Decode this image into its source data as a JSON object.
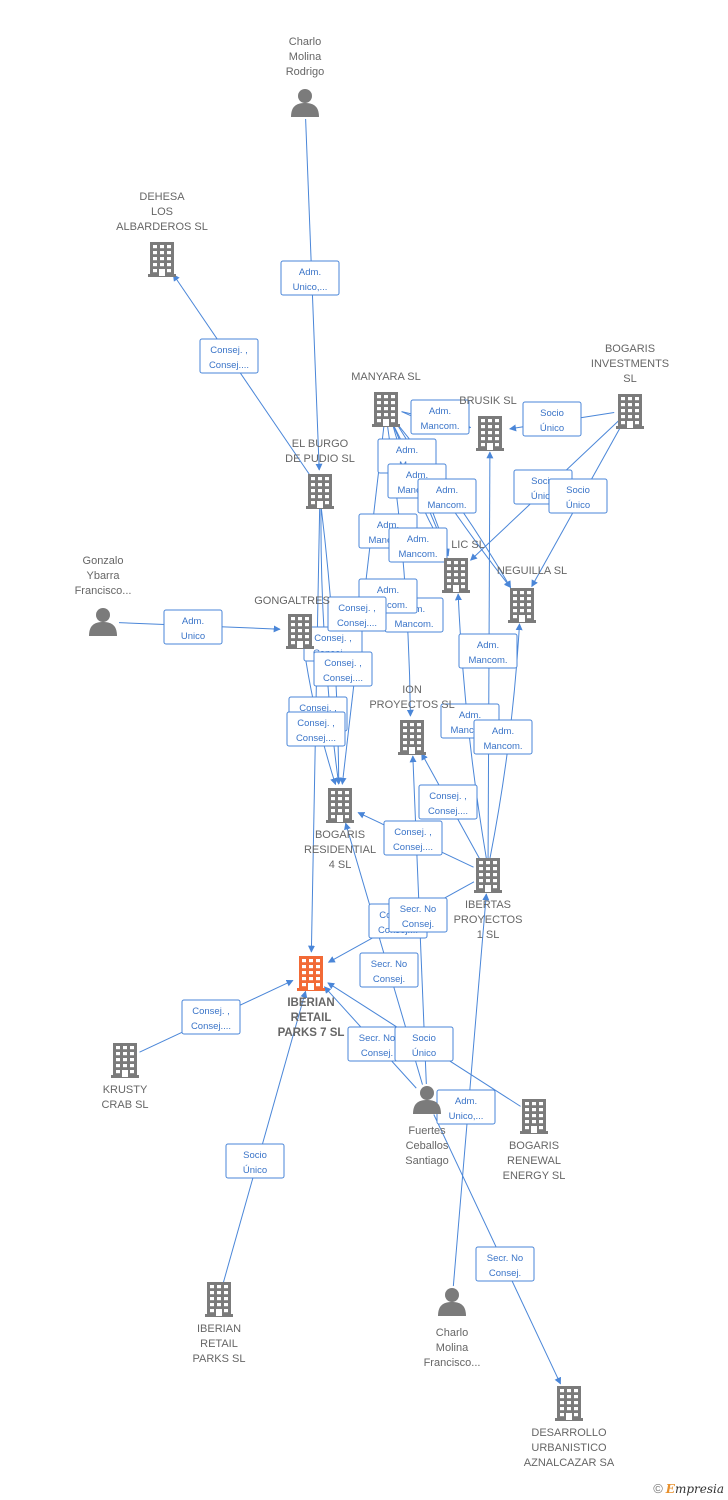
{
  "nodes": [
    {
      "id": "charlo_rodrigo",
      "type": "person",
      "lines": [
        "Charlo",
        "Molina",
        "Rodrigo"
      ]
    },
    {
      "id": "dehesa",
      "type": "company",
      "lines": [
        "DEHESA",
        "LOS",
        "ALBARDEROS SL"
      ]
    },
    {
      "id": "manyara",
      "type": "company",
      "lines": [
        "MANYARA  SL"
      ]
    },
    {
      "id": "brusik",
      "type": "company",
      "lines": [
        "BRUSIK SL"
      ]
    },
    {
      "id": "bogaris_inv",
      "type": "company",
      "lines": [
        "BOGARIS",
        "INVESTMENTS",
        "SL"
      ]
    },
    {
      "id": "burgo",
      "type": "company",
      "lines": [
        "EL BURGO",
        "DE PUDIO SL"
      ]
    },
    {
      "id": "lic",
      "type": "company",
      "lines": [
        "LIC SL"
      ]
    },
    {
      "id": "neguilla",
      "type": "company",
      "lines": [
        "NEGUILLA SL"
      ]
    },
    {
      "id": "gonzalo",
      "type": "person",
      "lines": [
        "Gonzalo",
        "Ybarra",
        "Francisco..."
      ]
    },
    {
      "id": "gongaltres",
      "type": "company",
      "lines": [
        "GONGALTRES"
      ]
    },
    {
      "id": "ion",
      "type": "company",
      "lines": [
        "ION",
        "PROYECTOS SL"
      ]
    },
    {
      "id": "bogaris_res",
      "type": "company",
      "lines": [
        "BOGARIS",
        "RESIDENTIAL",
        "4 SL"
      ]
    },
    {
      "id": "ibertas",
      "type": "company",
      "lines": [
        "IBERTAS",
        "PROYECTOS",
        "1 SL"
      ]
    },
    {
      "id": "iberian7",
      "type": "company",
      "focal": true,
      "lines": [
        "IBERIAN",
        "RETAIL",
        "PARKS 7  SL"
      ]
    },
    {
      "id": "krusty",
      "type": "company",
      "lines": [
        "KRUSTY",
        "CRAB  SL"
      ]
    },
    {
      "id": "fuertes",
      "type": "person",
      "lines": [
        "Fuertes",
        "Ceballos",
        "Santiago"
      ]
    },
    {
      "id": "bogaris_ren",
      "type": "company",
      "lines": [
        "BOGARIS",
        "RENEWAL",
        "ENERGY  SL"
      ]
    },
    {
      "id": "iberian",
      "type": "company",
      "lines": [
        "IBERIAN",
        "RETAIL",
        "PARKS  SL"
      ]
    },
    {
      "id": "charlo_francisco",
      "type": "person",
      "lines": [
        "Charlo",
        "Molina",
        "Francisco..."
      ]
    },
    {
      "id": "desarrollo",
      "type": "company",
      "lines": [
        "DESARROLLO",
        "URBANISTICO",
        "AZNALCAZAR SA"
      ]
    }
  ],
  "edges": [
    {
      "from": "charlo_rodrigo",
      "to": "burgo",
      "label": [
        "Adm.",
        "Unico,..."
      ]
    },
    {
      "from": "burgo",
      "to": "dehesa",
      "label": [
        "Consej. ,",
        "Consej...."
      ]
    },
    {
      "from": "gonzalo",
      "to": "gongaltres",
      "label": [
        "Adm.",
        "Unico"
      ]
    },
    {
      "from": "bogaris_inv",
      "to": "brusik",
      "label": [
        "Socio",
        "Único"
      ]
    },
    {
      "from": "bogaris_inv",
      "to": "lic",
      "label": [
        "Socio",
        "Único"
      ]
    },
    {
      "from": "bogaris_inv",
      "to": "neguilla",
      "label": [
        "Socio",
        "Único"
      ]
    },
    {
      "from": "manyara",
      "to": "brusik",
      "label": [
        "Adm.",
        "Mancom."
      ]
    },
    {
      "from": "manyara",
      "to": "brusik",
      "label": [
        "Adm.",
        "M..."
      ]
    },
    {
      "from": "manyara",
      "to": "lic",
      "label": [
        "Adm.",
        "Mancom."
      ]
    },
    {
      "from": "manyara",
      "to": "lic",
      "label": [
        "Adm.",
        "Mancom."
      ]
    },
    {
      "from": "manyara",
      "to": "neguilla",
      "label": [
        "Adm.",
        "Mancom."
      ]
    },
    {
      "from": "manyara",
      "to": "neguilla",
      "label": [
        "Adm.",
        "Mancom."
      ]
    },
    {
      "from": "manyara",
      "to": "lic",
      "label": [
        "Adm.",
        "Mancom."
      ]
    },
    {
      "from": "manyara",
      "to": "ion",
      "label": [
        "Adm.",
        "Mancom."
      ]
    },
    {
      "from": "manyara",
      "to": "bogaris_res",
      "label": [
        "Consej. ,",
        "Consej...."
      ]
    },
    {
      "from": "burgo",
      "to": "bogaris_res",
      "label": [
        "Consej. ,",
        "Consej...."
      ]
    },
    {
      "from": "burgo",
      "to": "bogaris_res",
      "label": [
        "Consej. ,",
        "Consej...."
      ]
    },
    {
      "from": "burgo",
      "to": "iberian7",
      "label": [
        "Consej. ,",
        "Consej...."
      ]
    },
    {
      "from": "gongaltres",
      "to": "bogaris_res",
      "label": [
        "Consej. ,",
        "Consej...."
      ]
    },
    {
      "from": "ibertas",
      "to": "brusik",
      "label": [
        "Adm.",
        "Mancom."
      ]
    },
    {
      "from": "ibertas",
      "to": "lic",
      "label": [
        "Adm.",
        "Mancom."
      ]
    },
    {
      "from": "ibertas",
      "to": "neguilla",
      "label": [
        "Adm.",
        "Mancom."
      ]
    },
    {
      "from": "ibertas",
      "to": "ion",
      "label": [
        "Consej. ,",
        "Consej...."
      ]
    },
    {
      "from": "ibertas",
      "to": "bogaris_res",
      "label": [
        "Consej. ,",
        "Consej...."
      ]
    },
    {
      "from": "ibertas",
      "to": "iberian7",
      "label": [
        "Consej. ,",
        "Consej...."
      ]
    },
    {
      "from": "krusty",
      "to": "iberian7",
      "label": [
        "Consej. ,",
        "Consej...."
      ]
    },
    {
      "from": "fuertes",
      "to": "bogaris_res",
      "label": [
        "Secr.  No",
        "Consej."
      ]
    },
    {
      "from": "fuertes",
      "to": "iberian7",
      "label": [
        "Secr.  No",
        "Consej."
      ]
    },
    {
      "from": "fuertes",
      "to": "ion",
      "label": [
        "Secr.  No",
        "Consej."
      ]
    },
    {
      "from": "bogaris_ren",
      "to": "iberian7",
      "label": [
        "Socio",
        "Único"
      ]
    },
    {
      "from": "iberian",
      "to": "iberian7",
      "label": [
        "Socio",
        "Único"
      ]
    },
    {
      "from": "charlo_francisco",
      "to": "ibertas",
      "label": [
        "Adm.",
        "Unico,..."
      ]
    },
    {
      "from": "fuertes",
      "to": "desarrollo",
      "label": [
        "Secr.  No",
        "Consej."
      ]
    }
  ],
  "colors": {
    "edge": "#4a86d8",
    "company": "#7b7b7b",
    "focal": "#f26a36",
    "person": "#7b7b7b",
    "label_text": "#666666"
  },
  "icons": {
    "company": "building-icon",
    "person": "person-icon"
  },
  "footer": {
    "copyright": "©",
    "brand_first": "E",
    "brand_rest": "mpresia"
  }
}
